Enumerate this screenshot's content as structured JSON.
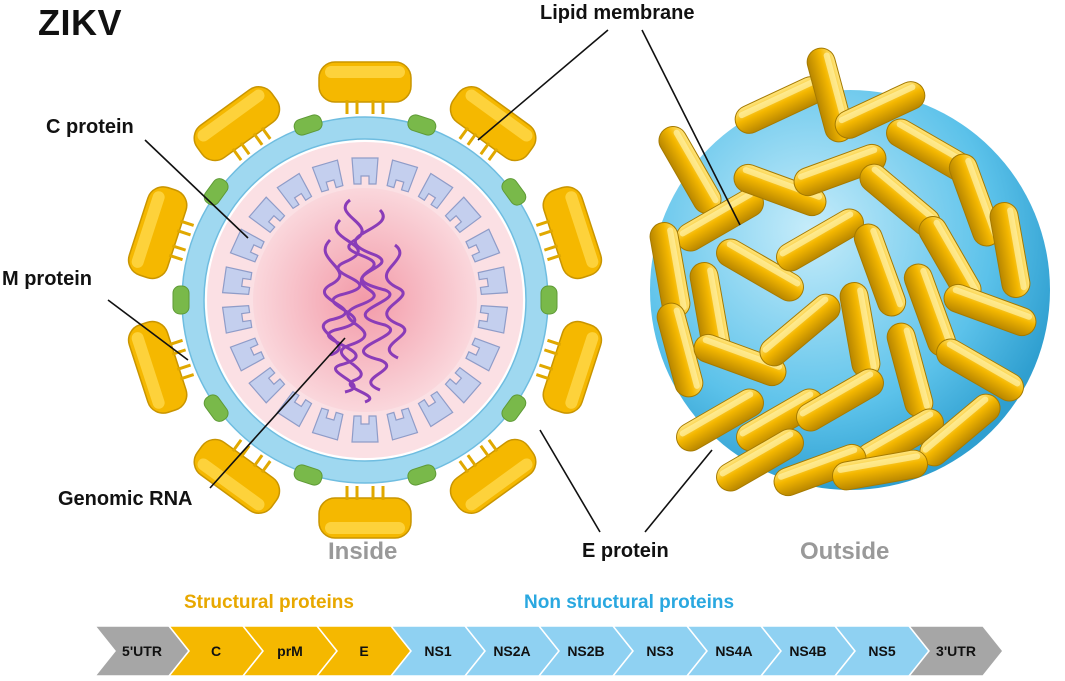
{
  "title": "ZIKV",
  "labels": {
    "lipid_membrane": "Lipid membrane",
    "c_protein": "C protein",
    "m_protein": "M protein",
    "genomic_rna": "Genomic RNA",
    "e_protein": "E protein"
  },
  "views": {
    "inside": "Inside",
    "outside": "Outside"
  },
  "genome": {
    "structural_label": "Structural proteins",
    "nonstructural_label": "Non structural proteins",
    "segments": [
      {
        "label": "5'UTR",
        "group": "utr"
      },
      {
        "label": "C",
        "group": "structural"
      },
      {
        "label": "prM",
        "group": "structural"
      },
      {
        "label": "E",
        "group": "structural"
      },
      {
        "label": "NS1",
        "group": "nonstructural"
      },
      {
        "label": "NS2A",
        "group": "nonstructural"
      },
      {
        "label": "NS2B",
        "group": "nonstructural"
      },
      {
        "label": "NS3",
        "group": "nonstructural"
      },
      {
        "label": "NS4A",
        "group": "nonstructural"
      },
      {
        "label": "NS4B",
        "group": "nonstructural"
      },
      {
        "label": "NS5",
        "group": "nonstructural"
      },
      {
        "label": "3'UTR",
        "group": "utr"
      }
    ]
  },
  "colors": {
    "structural": "#f5b800",
    "nonstructural": "#8fd1f2",
    "utr": "#a6a6a6",
    "structural_text": "#e8a800",
    "nonstructural_text": "#2aa8e0",
    "membrane": "#9fd8f0",
    "capsid": "#c4cfee",
    "core": "#f7c4cc",
    "rna": "#8a3cb8",
    "m_protein": "#79b94a"
  }
}
